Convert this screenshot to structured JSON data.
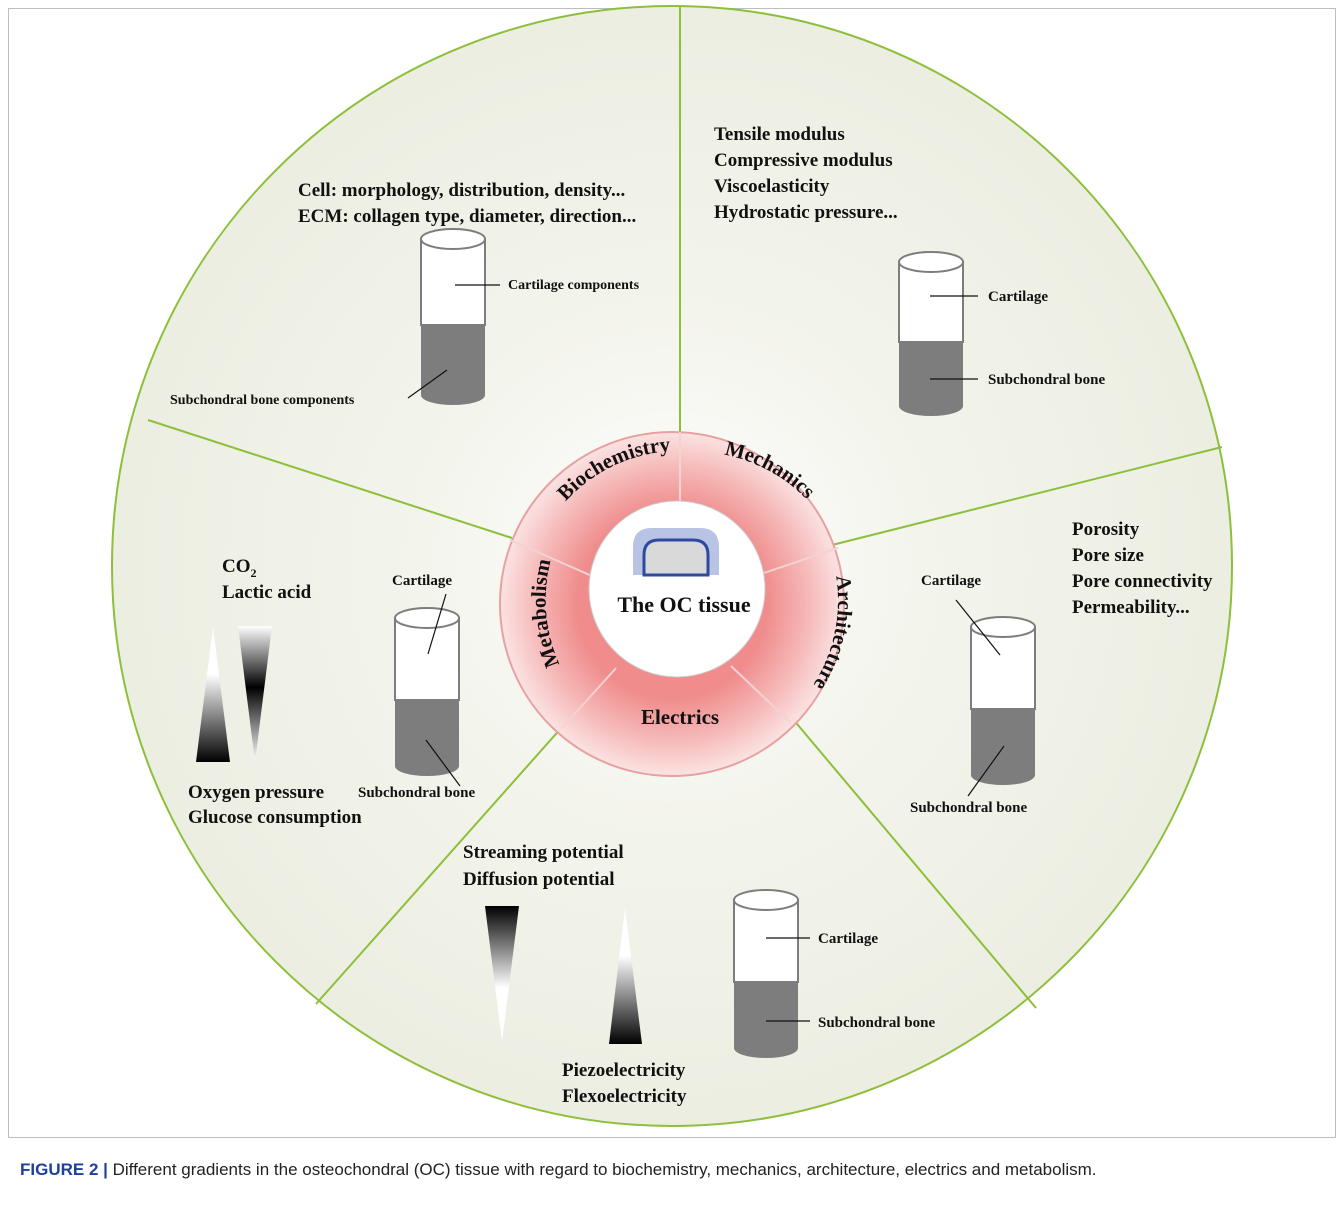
{
  "center": {
    "title": "The OC tissue"
  },
  "ring": {
    "biochemistry": "Biochemistry",
    "mechanics": "Mechanics",
    "architecture": "Architecture",
    "electrics": "Electrics",
    "metabolism": "Metabolism"
  },
  "biochemistry_panel": {
    "line1": "Cell: morphology, distribution, density...",
    "line2": "ECM: collagen type, diameter, direction...",
    "top_label": "Cartilage components",
    "bottom_label": "Subchondral bone components"
  },
  "mechanics_panel": {
    "items": [
      "Tensile modulus",
      "Compressive modulus",
      "Viscoelasticity",
      "Hydrostatic pressure..."
    ],
    "top_label": "Cartilage",
    "bottom_label": "Subchondral bone"
  },
  "architecture_panel": {
    "items": [
      "Porosity",
      "Pore size",
      "Pore connectivity",
      "Permeability..."
    ],
    "top_label": "Cartilage",
    "bottom_label": "Subchondral bone"
  },
  "electrics_panel": {
    "top_items": [
      "Streaming potential",
      "Diffusion potential"
    ],
    "bottom_items": [
      "Piezoelectricity",
      "Flexoelectricity"
    ],
    "top_label": "Cartilage",
    "bottom_label": "Subchondral bone"
  },
  "metabolism_panel": {
    "co2_base": "CO",
    "co2_sub": "2",
    "lactic": "Lactic acid",
    "oxygen": "Oxygen pressure",
    "glucose": "Glucose consumption",
    "top_label": "Cartilage",
    "bottom_label": "Subchondral bone"
  },
  "caption": {
    "label": "FIGURE 2 |",
    "text": " Different gradients in the osteochondral (OC) tissue with regard to biochemistry, mechanics, architecture, electrics and metabolism."
  },
  "colors": {
    "divider_green": "#8dbf3a",
    "outer_fill": "#eef0e4",
    "ring_pink": "#f4aaaa",
    "ring_stroke": "#e8a0a0",
    "bone_gray": "#7d7d7d",
    "cartilage_white": "#ffffff",
    "oc_blue": "#2e4aa0",
    "oc_lightblue": "#b9c3e3"
  }
}
